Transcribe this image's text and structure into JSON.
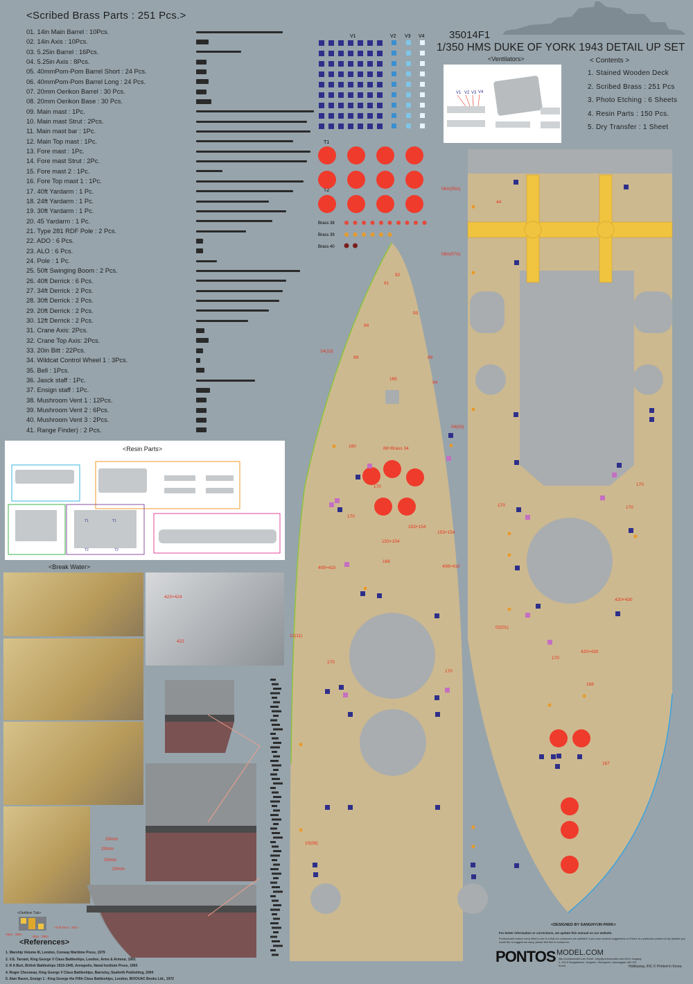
{
  "brass": {
    "title": "<Scribed Brass Parts : 251 Pcs.>",
    "items": [
      "01. 14in Main Barrel : 10Pcs.",
      "02. 14in Axis : 10Pcs.",
      "03. 5.25in Barrel : 16Pcs.",
      "04. 5.25in Axis : 8Pcs.",
      "05. 40mmPom-Pom Barrel Short : 24 Pcs.",
      "06. 40mmPom-Pom Barrel Long : 24 Pcs.",
      "07. 20mm Oerikon Barrel : 30 Pcs.",
      "08. 20mm Oerikon Base : 30 Pcs.",
      "09. Main mast : 1Pc.",
      "10. Main mast Strut : 2Pcs.",
      "11. Main mast bar : 1Pc.",
      "12. Main Top mast : 1Pc.",
      "13. Fore mast : 1Pc.",
      "14. Fore mast Strut : 2Pc.",
      "15. Fore mast 2 : 1Pc.",
      "16. Fore Top mast 1 : 1Pc.",
      "17. 40ft Yardarm : 1 Pc.",
      "18. 24ft Yardarm : 1 Pc.",
      "19. 30ft Yardarm : 1 Pc.",
      "20. 45 Yardarm : 1 Pc.",
      "21. Type 281 RDF Pole : 2 Pcs.",
      "22. ADO : 6 Pcs.",
      "23. ALO : 6 Pcs.",
      "24. Pole : 1 Pc.",
      "25. 50ft  Swinging Boom : 2 Pcs.",
      "26. 40ft Derrick : 6 Pcs.",
      "27. 34ft Derrick : 2 Pcs.",
      "28. 30ft Derrick : 2 Pcs.",
      "29. 20ft Derrick : 2 Pcs.",
      "30. 12ft Derrick : 2 Pcs.",
      "31. Crane Axis: 2Pcs.",
      "32. Crane Top Axis: 2Pcs.",
      "33. 20in Bitt : 22Pcs.",
      "34. Wildcat Control Wheel 1 : 3Pcs.",
      "35. Bell : 1Pcs.",
      "36. Jasck staff  : 1Pc.",
      "37. Ensign staff  : 1Pc.",
      "38. Mushroom Vent 1 : 12Pcs.",
      "39. Mushroom Vent 2 : 6Pcs.",
      "40. Mushroom Vent 3 : 2Pcs.",
      "41. Range Finder) : 2 Pcs."
    ]
  },
  "header": {
    "code": "35014F1",
    "title": "1/350 HMS DUKE OF YORK 1943 DETAIL UP SET"
  },
  "ventilators": {
    "title": "<Ventilators>",
    "labels": [
      "V1",
      "V2",
      "V3",
      "V4"
    ]
  },
  "contents": {
    "title": "< Contents >",
    "items": [
      "1. Stained Wooden Deck",
      "2. Scribed Brass : 251 Pcs",
      "3. Photo Etching : 6 Sheets",
      "4. Resin Parts : 150 Pcs.",
      "5. Dry Transfer : 1 Sheet"
    ]
  },
  "placement": {
    "v_labels": [
      "V1",
      "V2",
      "V3",
      "V4"
    ],
    "t1": "T1",
    "t2": "T2",
    "brass_rows": [
      "Brass 38",
      "Brass 39",
      "Brass 40"
    ]
  },
  "resin": {
    "title": "<Resin Parts>",
    "t_labels": [
      "T1",
      "T1",
      "T2",
      "T2"
    ]
  },
  "breakwater": {
    "title": "<Break Water>",
    "callouts": [
      "423+424",
      "422",
      "20mm",
      "20mm",
      "20mm",
      "20mm"
    ]
  },
  "oerlikon": {
    "title": "<Oerlikon Tub>",
    "door": "<Tub Door : 281>",
    "box1": "<Box : 286>",
    "box2": "<Box : 285>"
  },
  "deck_labels": {
    "fore": [
      "92",
      "91",
      "93",
      "94",
      "89",
      "89",
      "165",
      "94",
      "14(13)",
      "160",
      "88+Brass 34",
      "170",
      "170",
      "153+154",
      "153+154",
      "153+154",
      "166",
      "409+410",
      "408+410",
      "12(11)",
      "170",
      "170",
      "10(09)"
    ],
    "aft": [
      "06A(05A)",
      "08A(07A)",
      "44",
      "04(03)",
      "170",
      "170",
      "170",
      "420+430",
      "420+430",
      "02(01)",
      "170",
      "168",
      "167"
    ]
  },
  "references": {
    "title": "<References>",
    "items": [
      "1. Warship Volume III, London, Conway Maritime Press, 1979",
      "2. V.E. Tarrant,  King George V Class Battleships, London, Arms & Armour, 1991",
      "3. R A Burt, British Battleships 1919-1945, Annapolis, Naval Institute Press, 1993",
      "4. Roger Chesneau,  King George V Class Battleships, Barnsley, Seaforth Publishing, 2004",
      "5. Alan Raven, Ensign 1 : King George the Fifth Class Battleships, London, BIVOUAC Books Ltd., 1972"
    ]
  },
  "footer": {
    "designer": "<DESIGNED BY SANGHYUN PARK>",
    "note1": "For better information or corrections, we update this manual on our website.",
    "note2": "Pontosmodel makes every effort to see to it that our customers are satisfied. If you have product suggestions or if there is a particular product of dry transfer you would like to suggest we carry, please feel free to contact us.",
    "logo": "PONTOS",
    "site": "MODEL.COM",
    "address": "http://pontosmodel.com Email : help@pontosmodel.com #910 Jungang 2, 144-5 Sangdaewon, Jungwon, Seongnam, Gyeonggido 462-120 Korea",
    "publisher": "Hobbyway, INC.© Printed in Korea"
  },
  "colors": {
    "background": "#97a4ac",
    "deck": "#cdb98f",
    "marker_blue": "#2e2f8a",
    "marker_red": "#ef3b2c",
    "marker_orange": "#e99a2b",
    "marker_pink": "#c46fc0",
    "marker_cyan": "#5bb7d6"
  }
}
